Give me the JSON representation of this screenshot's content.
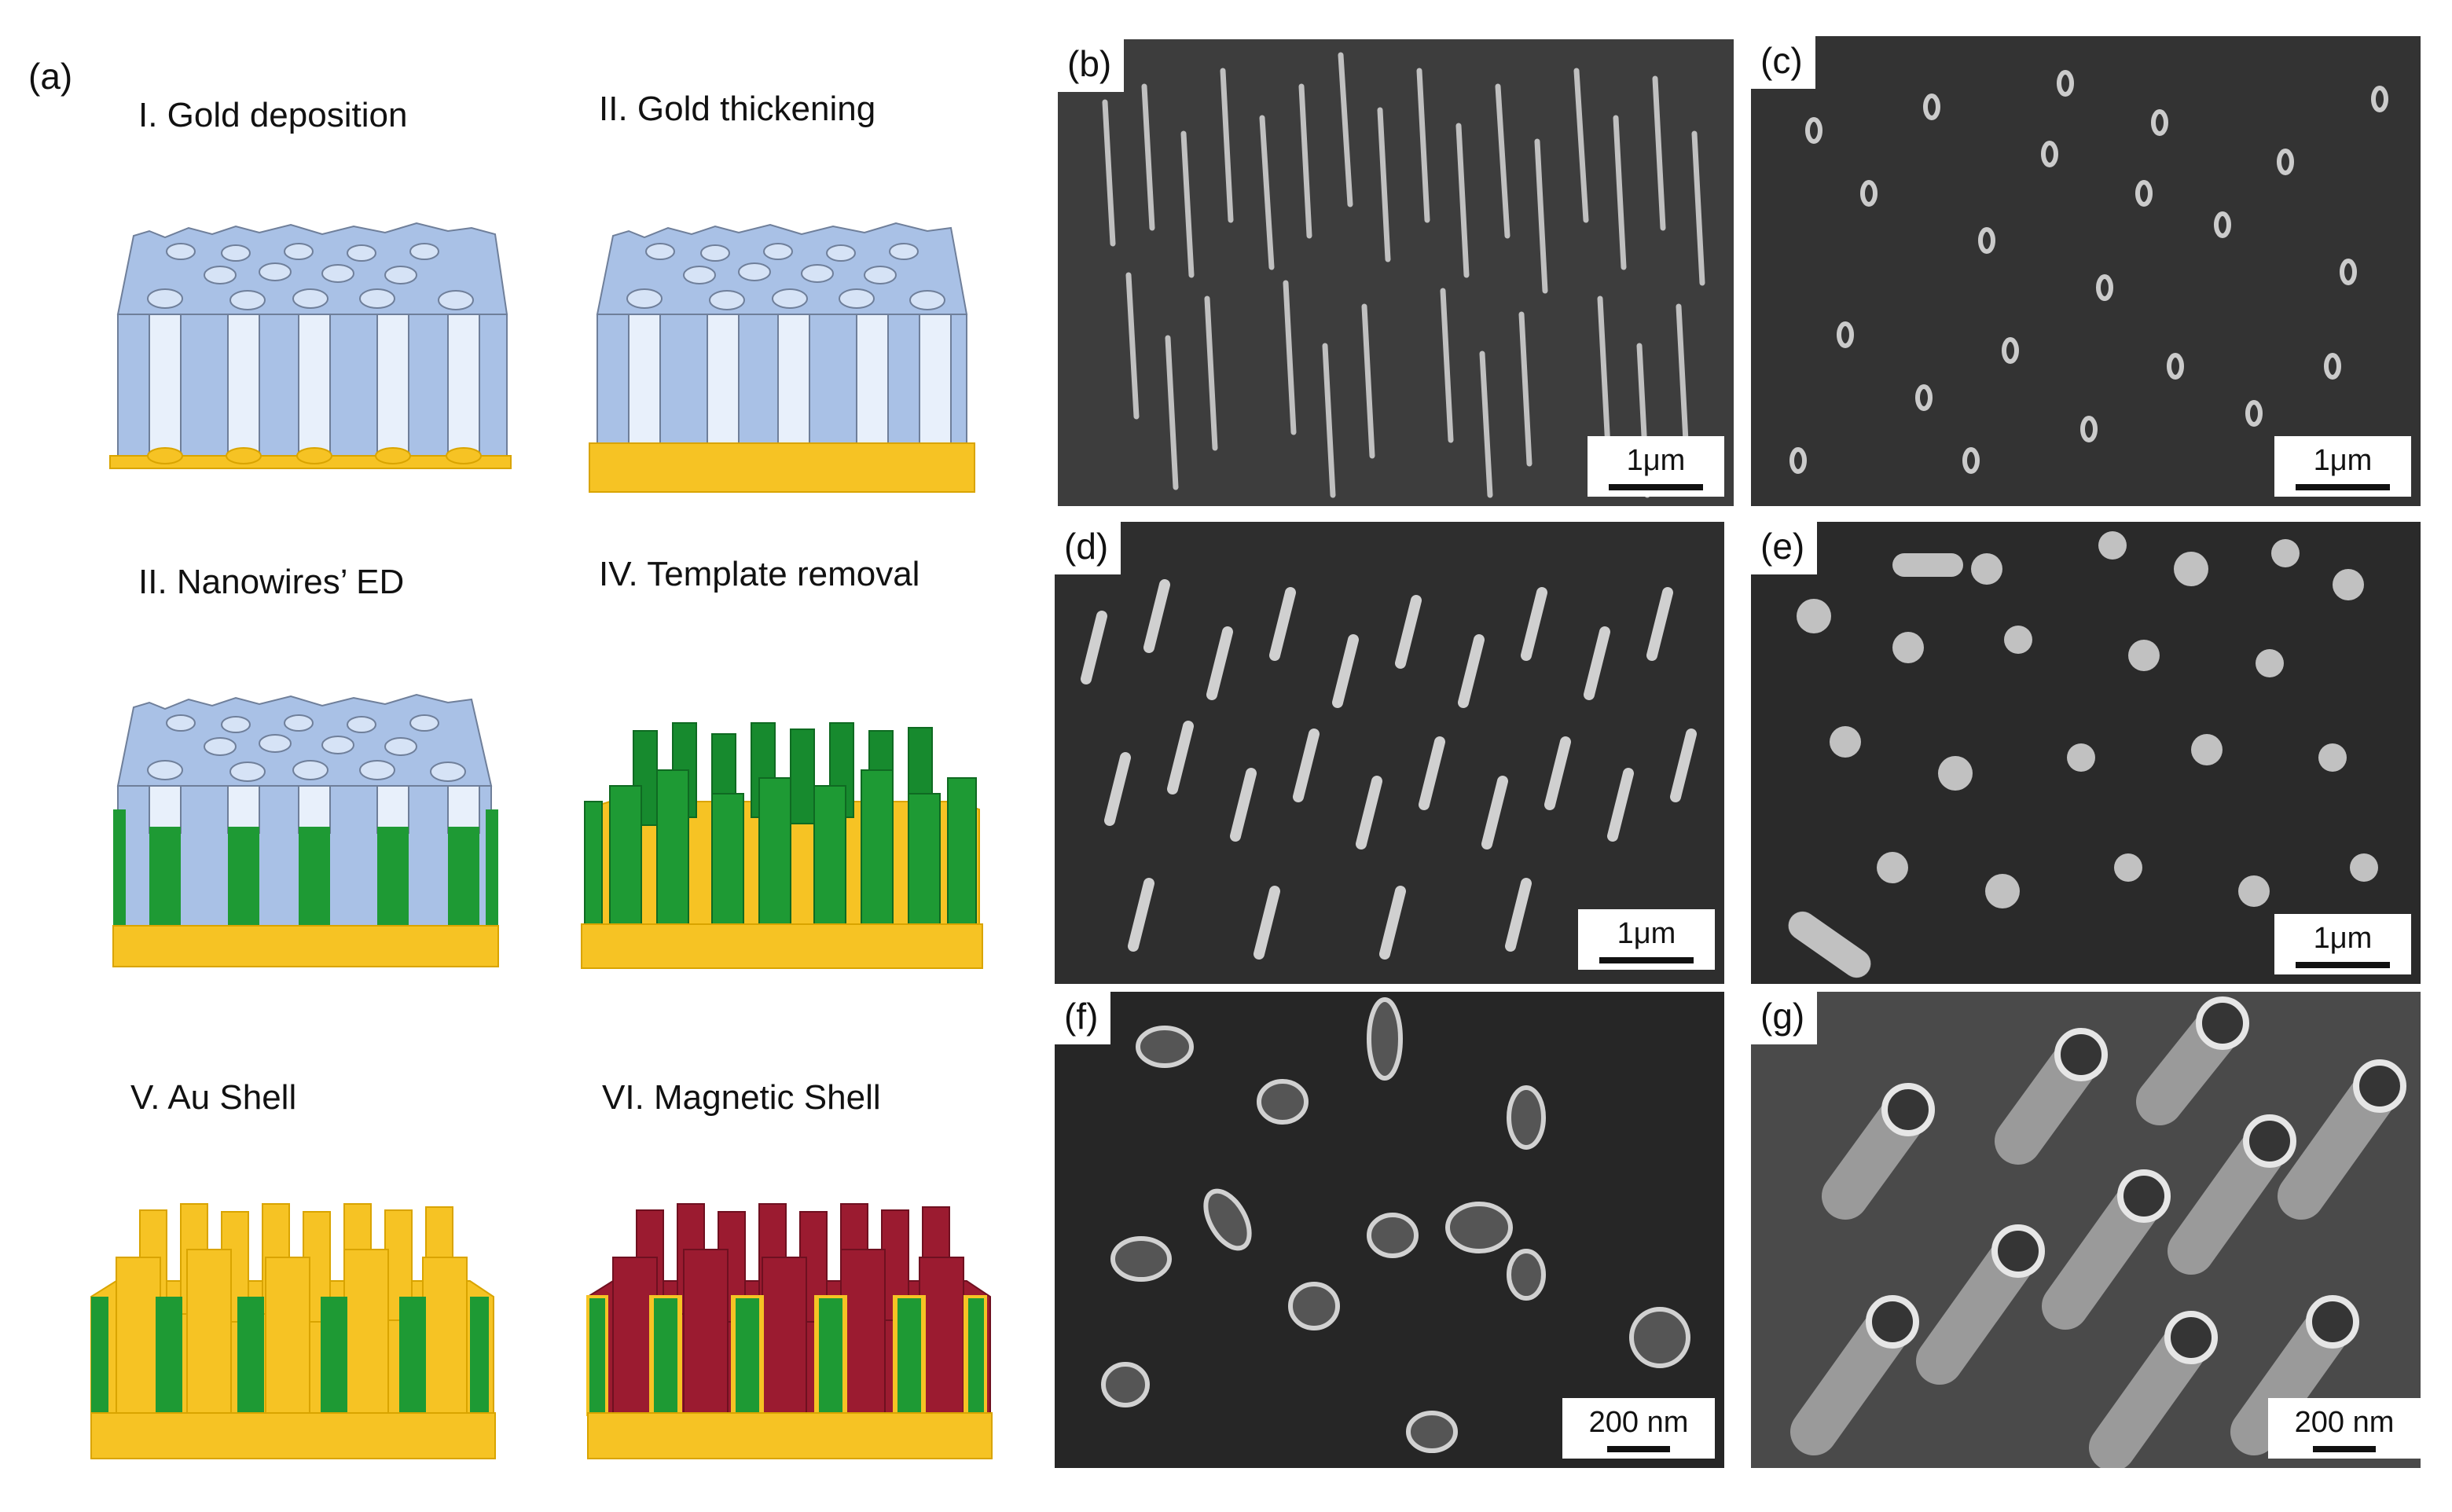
{
  "figure": {
    "panel_a_label": "(a)",
    "steps": [
      {
        "id": "step1",
        "title": "I. Gold deposition"
      },
      {
        "id": "step2",
        "title": "II. Gold thickening"
      },
      {
        "id": "step3",
        "title": "II. Nanowires’ ED"
      },
      {
        "id": "step4",
        "title": "IV. Template  removal"
      },
      {
        "id": "step5",
        "title": "V. Au Shell"
      },
      {
        "id": "step6",
        "title": "VI.  Magnetic Shell"
      }
    ],
    "micrographs": [
      {
        "id": "b",
        "label": "(b)",
        "scale": "1μm"
      },
      {
        "id": "c",
        "label": "(c)",
        "scale": "1μm"
      },
      {
        "id": "d",
        "label": "(d)",
        "scale": "1μm"
      },
      {
        "id": "e",
        "label": "(e)",
        "scale": "1μm"
      },
      {
        "id": "f",
        "label": "(f)",
        "scale": "200 nm"
      },
      {
        "id": "g",
        "label": "(g)",
        "scale": "200 nm"
      }
    ]
  },
  "colors": {
    "template": "#a9c1e6",
    "template_edge": "#6f7f9a",
    "gold": "#f6c324",
    "gold_edge": "#d9a400",
    "nanowire": "#1e9a34",
    "magnetic": "#9b1b30"
  }
}
